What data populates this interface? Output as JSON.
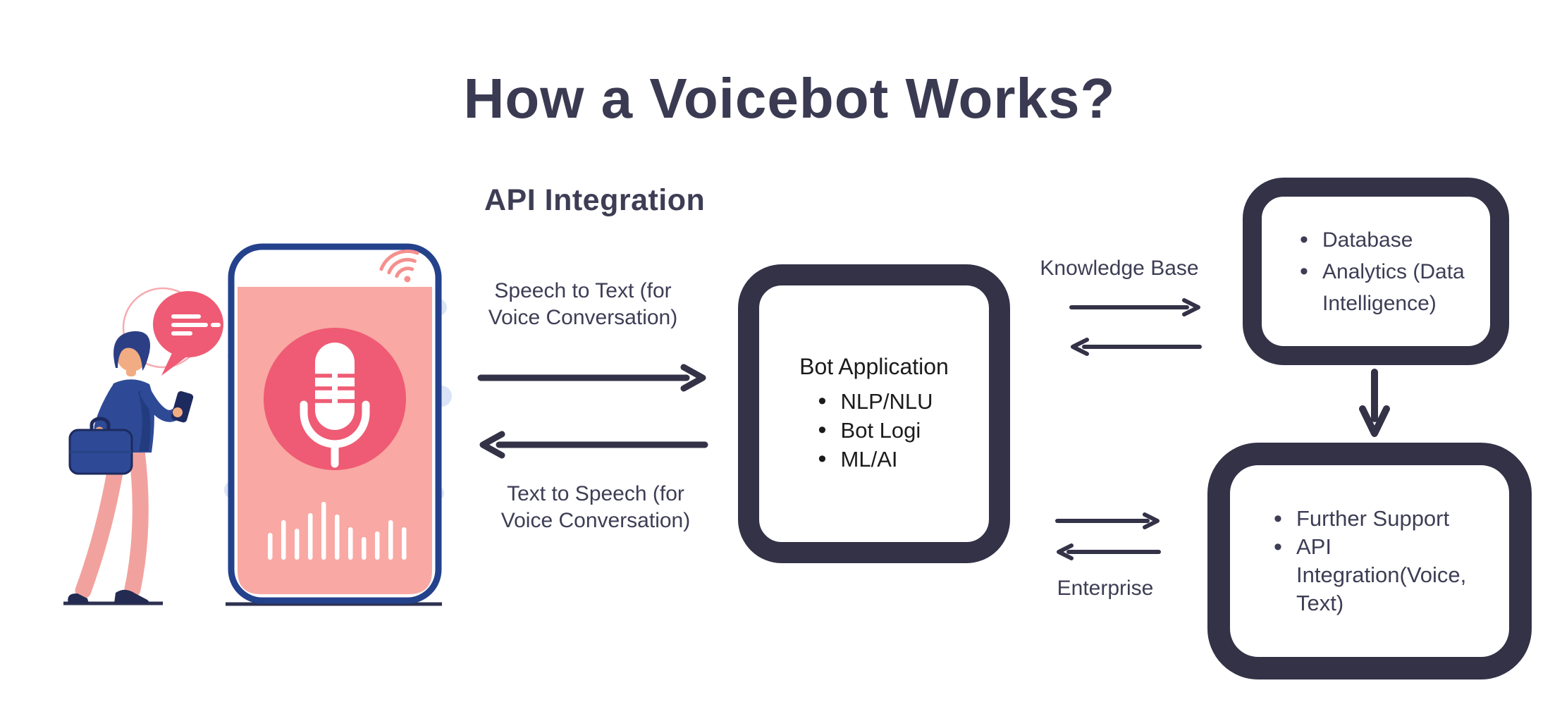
{
  "title": "How a Voicebot Works?",
  "section_heading": "API Integration",
  "flow_labels": {
    "speech_to_text": "Speech to Text (for Voice Conversation)",
    "text_to_speech": "Text to Speech (for Voice Conversation)",
    "knowledge_base": "Knowledge Base",
    "enterprise": "Enterprise"
  },
  "boxes": {
    "bot_application": {
      "title": "Bot Application",
      "items": [
        "NLP/NLU",
        "Bot Logi",
        "ML/AI"
      ]
    },
    "knowledge_base": {
      "items": [
        "Database",
        "Analytics (Data Intelligence)"
      ]
    },
    "enterprise_support": {
      "items": [
        "Further Support",
        "API Integration(Voice, Text)"
      ]
    }
  },
  "colors": {
    "diagram_ink": "#333247",
    "label_text": "#3d3d55",
    "title_text": "#3a3a52",
    "box_body_text": "#1b1b1b",
    "phone_frame_blue": "#24418c",
    "screen_pink": "#f9a8a4",
    "accent_pink": "#ef5b74",
    "wifi_salmon": "#f5908e",
    "clothing_navy": "#2e4a96",
    "pants_pink": "#f2a29e",
    "skin_tone": "#f2ac83",
    "shoe_navy": "#232b52"
  }
}
